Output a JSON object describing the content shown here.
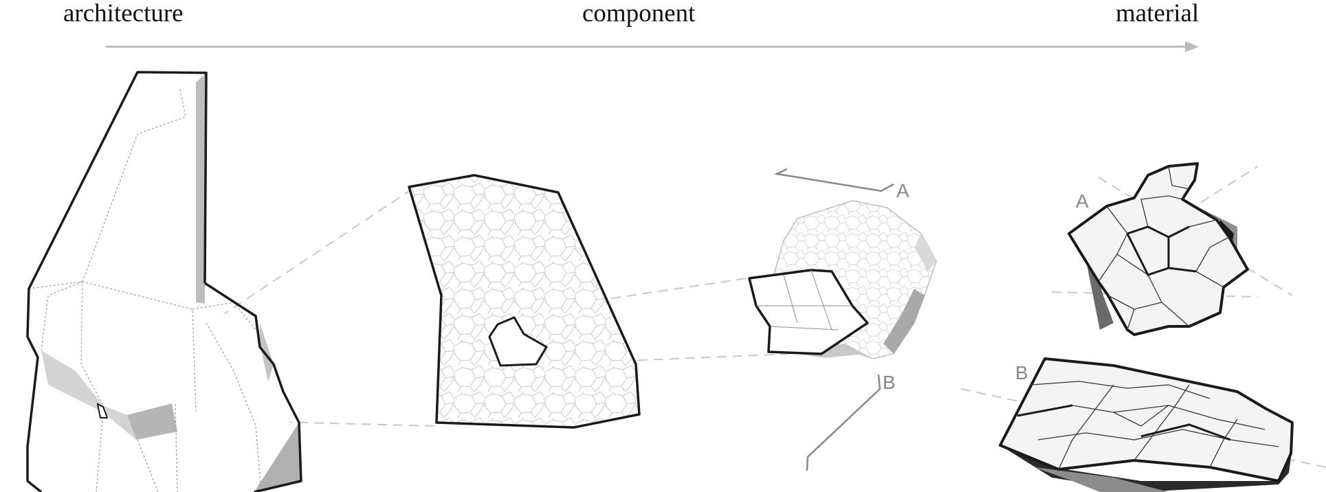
{
  "header": {
    "left_label": "architecture",
    "center_label": "component",
    "right_label": "material"
  },
  "section_markers": {
    "a": "A",
    "b": "B"
  },
  "colors": {
    "outline": "#1a1a1a",
    "grid_line": "#bdbdbd",
    "dashed_guide": "#c8c8c8",
    "arrow": "#bbbbbb",
    "shade_light": "#d9d9d9",
    "shade_mid": "#a9a9a9",
    "shade_dark": "#333333",
    "face": "#f4f4f4"
  }
}
